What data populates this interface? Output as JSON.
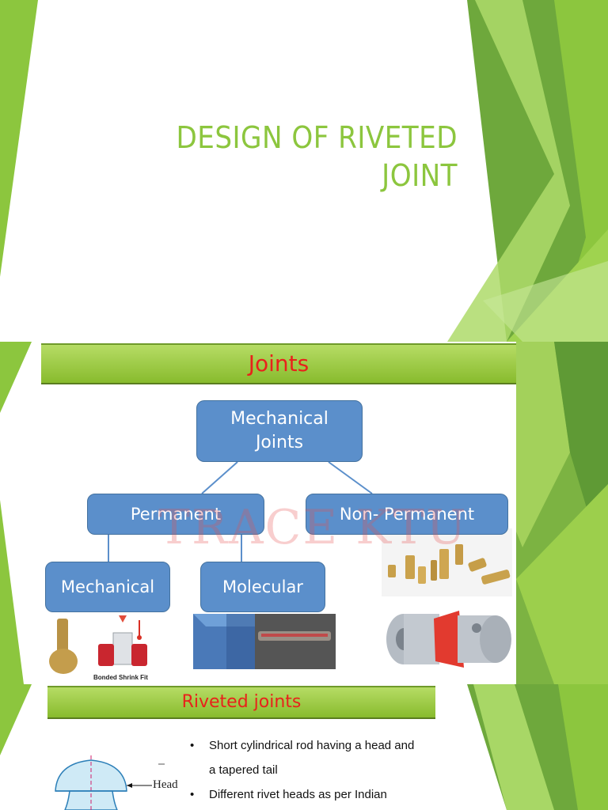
{
  "slide1": {
    "title_lines": [
      "DESIGN OF RIVETED",
      "JOINT"
    ]
  },
  "slide2": {
    "header": "Joints",
    "nodes": {
      "root": [
        "Mechanical",
        "Joints"
      ],
      "permanent": "Permanent",
      "non_permanent": "Non- Permanent",
      "mechanical": "Mechanical",
      "molecular": "Molecular"
    },
    "watermark": "TRACE KTU",
    "caption_shrink_fit": "Bonded Shrink Fit"
  },
  "slide3": {
    "header": "Riveted joints",
    "diagram_label": "Head",
    "bullets": [
      "Short cylindrical rod having a head and",
      "a tapered tail",
      "Different rivet heads as per Indian"
    ]
  },
  "colors": {
    "title_green": "#8cc63e",
    "header_red": "#e8221b",
    "box_blue": "#5b8fcb"
  }
}
